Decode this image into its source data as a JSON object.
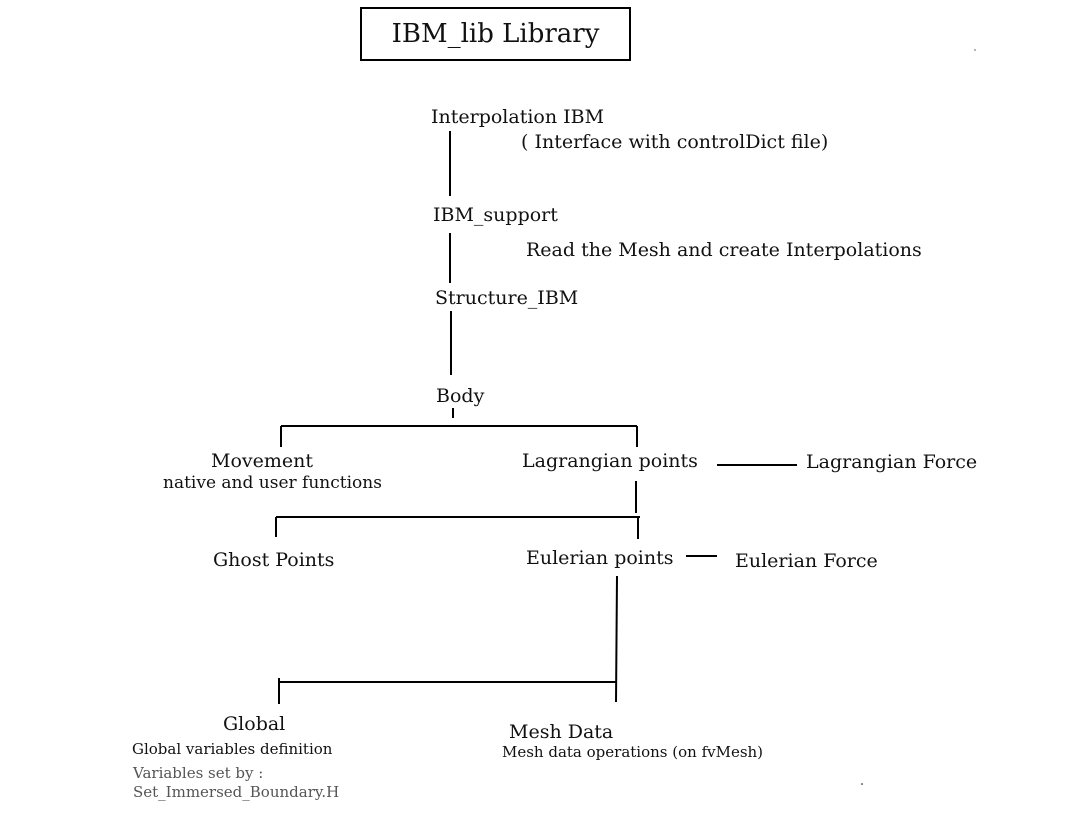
{
  "title": "IBM_lib Library",
  "nodes": {
    "interpolation": {
      "label": "Interpolation IBM",
      "note": "( Interface with controlDict file)"
    },
    "support": {
      "label": "IBM_support",
      "note": "Read the Mesh and create Interpolations"
    },
    "structure": {
      "label": "Structure_IBM"
    },
    "body": {
      "label": "Body"
    },
    "movement": {
      "label": "Movement",
      "note": "native and user functions"
    },
    "lagrangian_points": {
      "label": "Lagrangian points"
    },
    "lagrangian_force": {
      "label": "Lagrangian Force"
    },
    "ghost_points": {
      "label": "Ghost Points"
    },
    "eulerian_points": {
      "label": "Eulerian points"
    },
    "eulerian_force": {
      "label": "Eulerian Force"
    },
    "global": {
      "label": "Global",
      "note": "Global variables definition",
      "note2": "Variables set by :",
      "note3": "Set_Immersed_Boundary.H"
    },
    "mesh_data": {
      "label": "Mesh Data",
      "note": "Mesh data operations (on fvMesh)"
    }
  }
}
